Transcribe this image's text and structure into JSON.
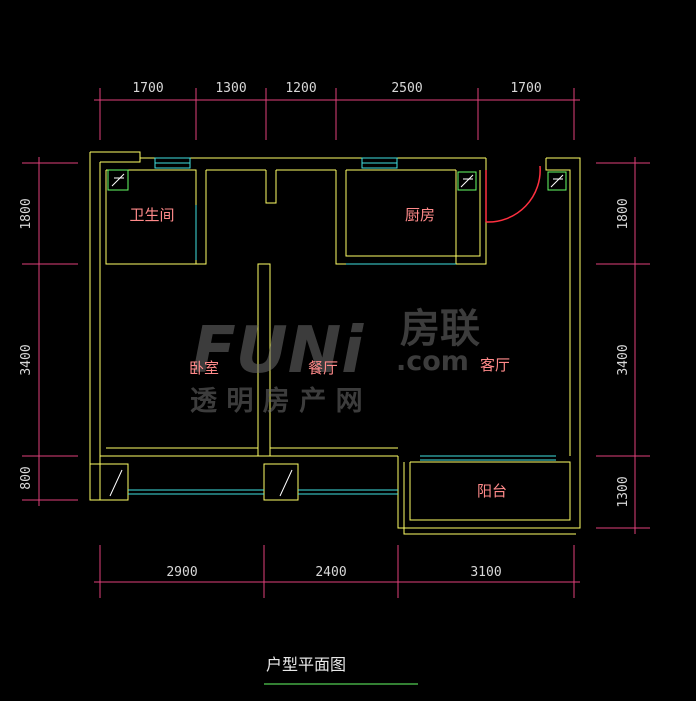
{
  "dims": {
    "top": [
      "1700",
      "1300",
      "1200",
      "2500",
      "1700"
    ],
    "bottom": [
      "2900",
      "2400",
      "3100"
    ],
    "left": [
      "1800",
      "3400",
      "800"
    ],
    "right": [
      "1800",
      "3400",
      "1300"
    ]
  },
  "rooms": {
    "bathroom": "卫生间",
    "kitchen": "厨房",
    "bedroom": "卧室",
    "dining": "餐厅",
    "living": "客厅",
    "balcony": "阳台"
  },
  "title": "户型平面图",
  "watermark": {
    "logo": "FUNi",
    "brand": "房联",
    "domain": ".com",
    "sub": "透 明 房 产 网"
  },
  "colors": {
    "wall": "#ffff66",
    "dim": "#e0407a",
    "window": "#40e0e0",
    "door": "#ff3040",
    "fixture": "#66ff66"
  }
}
